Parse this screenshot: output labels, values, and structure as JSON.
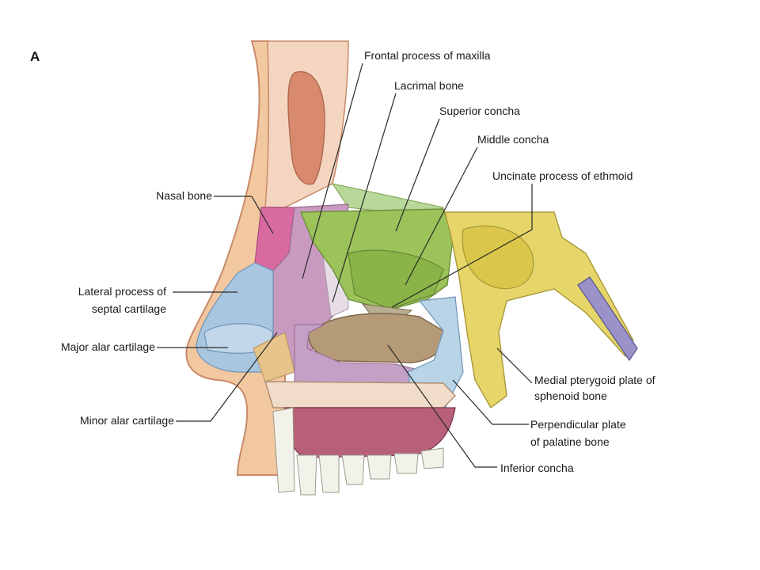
{
  "panel_letter": "A",
  "labels": {
    "frontal_process_maxilla": "Frontal process of maxilla",
    "lacrimal_bone": "Lacrimal bone",
    "superior_concha": "Superior concha",
    "middle_concha": "Middle concha",
    "uncinate_process": "Uncinate process of ethmoid",
    "nasal_bone": "Nasal bone",
    "lateral_process_1": "Lateral process of",
    "lateral_process_2": "septal cartilage",
    "major_alar": "Major alar cartilage",
    "minor_alar": "Minor alar cartilage",
    "medial_pterygoid_1": "Medial pterygoid plate of",
    "medial_pterygoid_2": "sphenoid bone",
    "perpendicular_plate_1": "Perpendicular plate",
    "perpendicular_plate_2": "of palatine bone",
    "inferior_concha": "Inferior concha"
  },
  "colors": {
    "skin": "#f2c8a0",
    "skin_outline": "#c98a6a",
    "frontal_sinus": "#d98a6e",
    "nasal_bone": "#d86aa0",
    "septal_cartilage": "#a9c6e0",
    "maxilla_pink": "#c99ac0",
    "ethmoid_green": "#9cc25a",
    "inferior_concha": "#b59a78",
    "sphenoid_yellow": "#e6d66a",
    "palatine_blue": "#b8d4e6",
    "pterygoid_purple": "#9a92c8",
    "palate_bone": "#f0dcc8",
    "gum": "#b8607a",
    "teeth": "#f2f2ea",
    "minor_alar": "#e6c48a"
  }
}
